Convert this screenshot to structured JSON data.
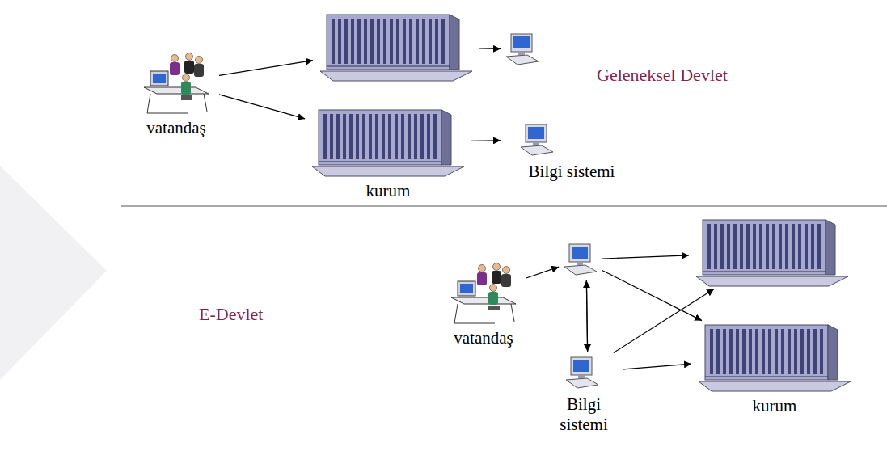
{
  "diagram": {
    "nodes": [
      {
        "text": [
          "vatandaş"
        ]
      },
      {
        "text": []
      },
      {
        "text": []
      },
      {
        "text": [
          "kurum"
        ]
      },
      {
        "text": [
          "Bilgi sistemi"
        ]
      },
      {
        "text": [
          "vatandaş"
        ]
      },
      {
        "text": []
      },
      {
        "text": []
      },
      {
        "text": [
          "Bilgi sistemi"
        ]
      },
      {
        "text": [
          "kurum"
        ]
      }
    ],
    "edges": [
      {
        "from": 0,
        "to": 1,
        "arrow": "to"
      },
      {
        "from": 0,
        "to": 3,
        "arrow": "to"
      },
      {
        "from": 1,
        "to": 2,
        "arrow": "to"
      },
      {
        "from": 3,
        "to": 4,
        "arrow": "to"
      },
      {
        "from": 5,
        "to": 6,
        "arrow": "to"
      },
      {
        "from": 6,
        "to": 8,
        "arrow": "to"
      },
      {
        "from": 8,
        "to": 6,
        "arrow": "to"
      },
      {
        "from": 6,
        "to": 7,
        "arrow": "to"
      },
      {
        "from": 6,
        "to": 9,
        "arrow": "to"
      },
      {
        "from": 8,
        "to": 7,
        "arrow": "to"
      },
      {
        "from": 8,
        "to": 9,
        "arrow": "to"
      }
    ],
    "labels": [
      "Geleneksel Devlet",
      "E-Devlet"
    ]
  }
}
